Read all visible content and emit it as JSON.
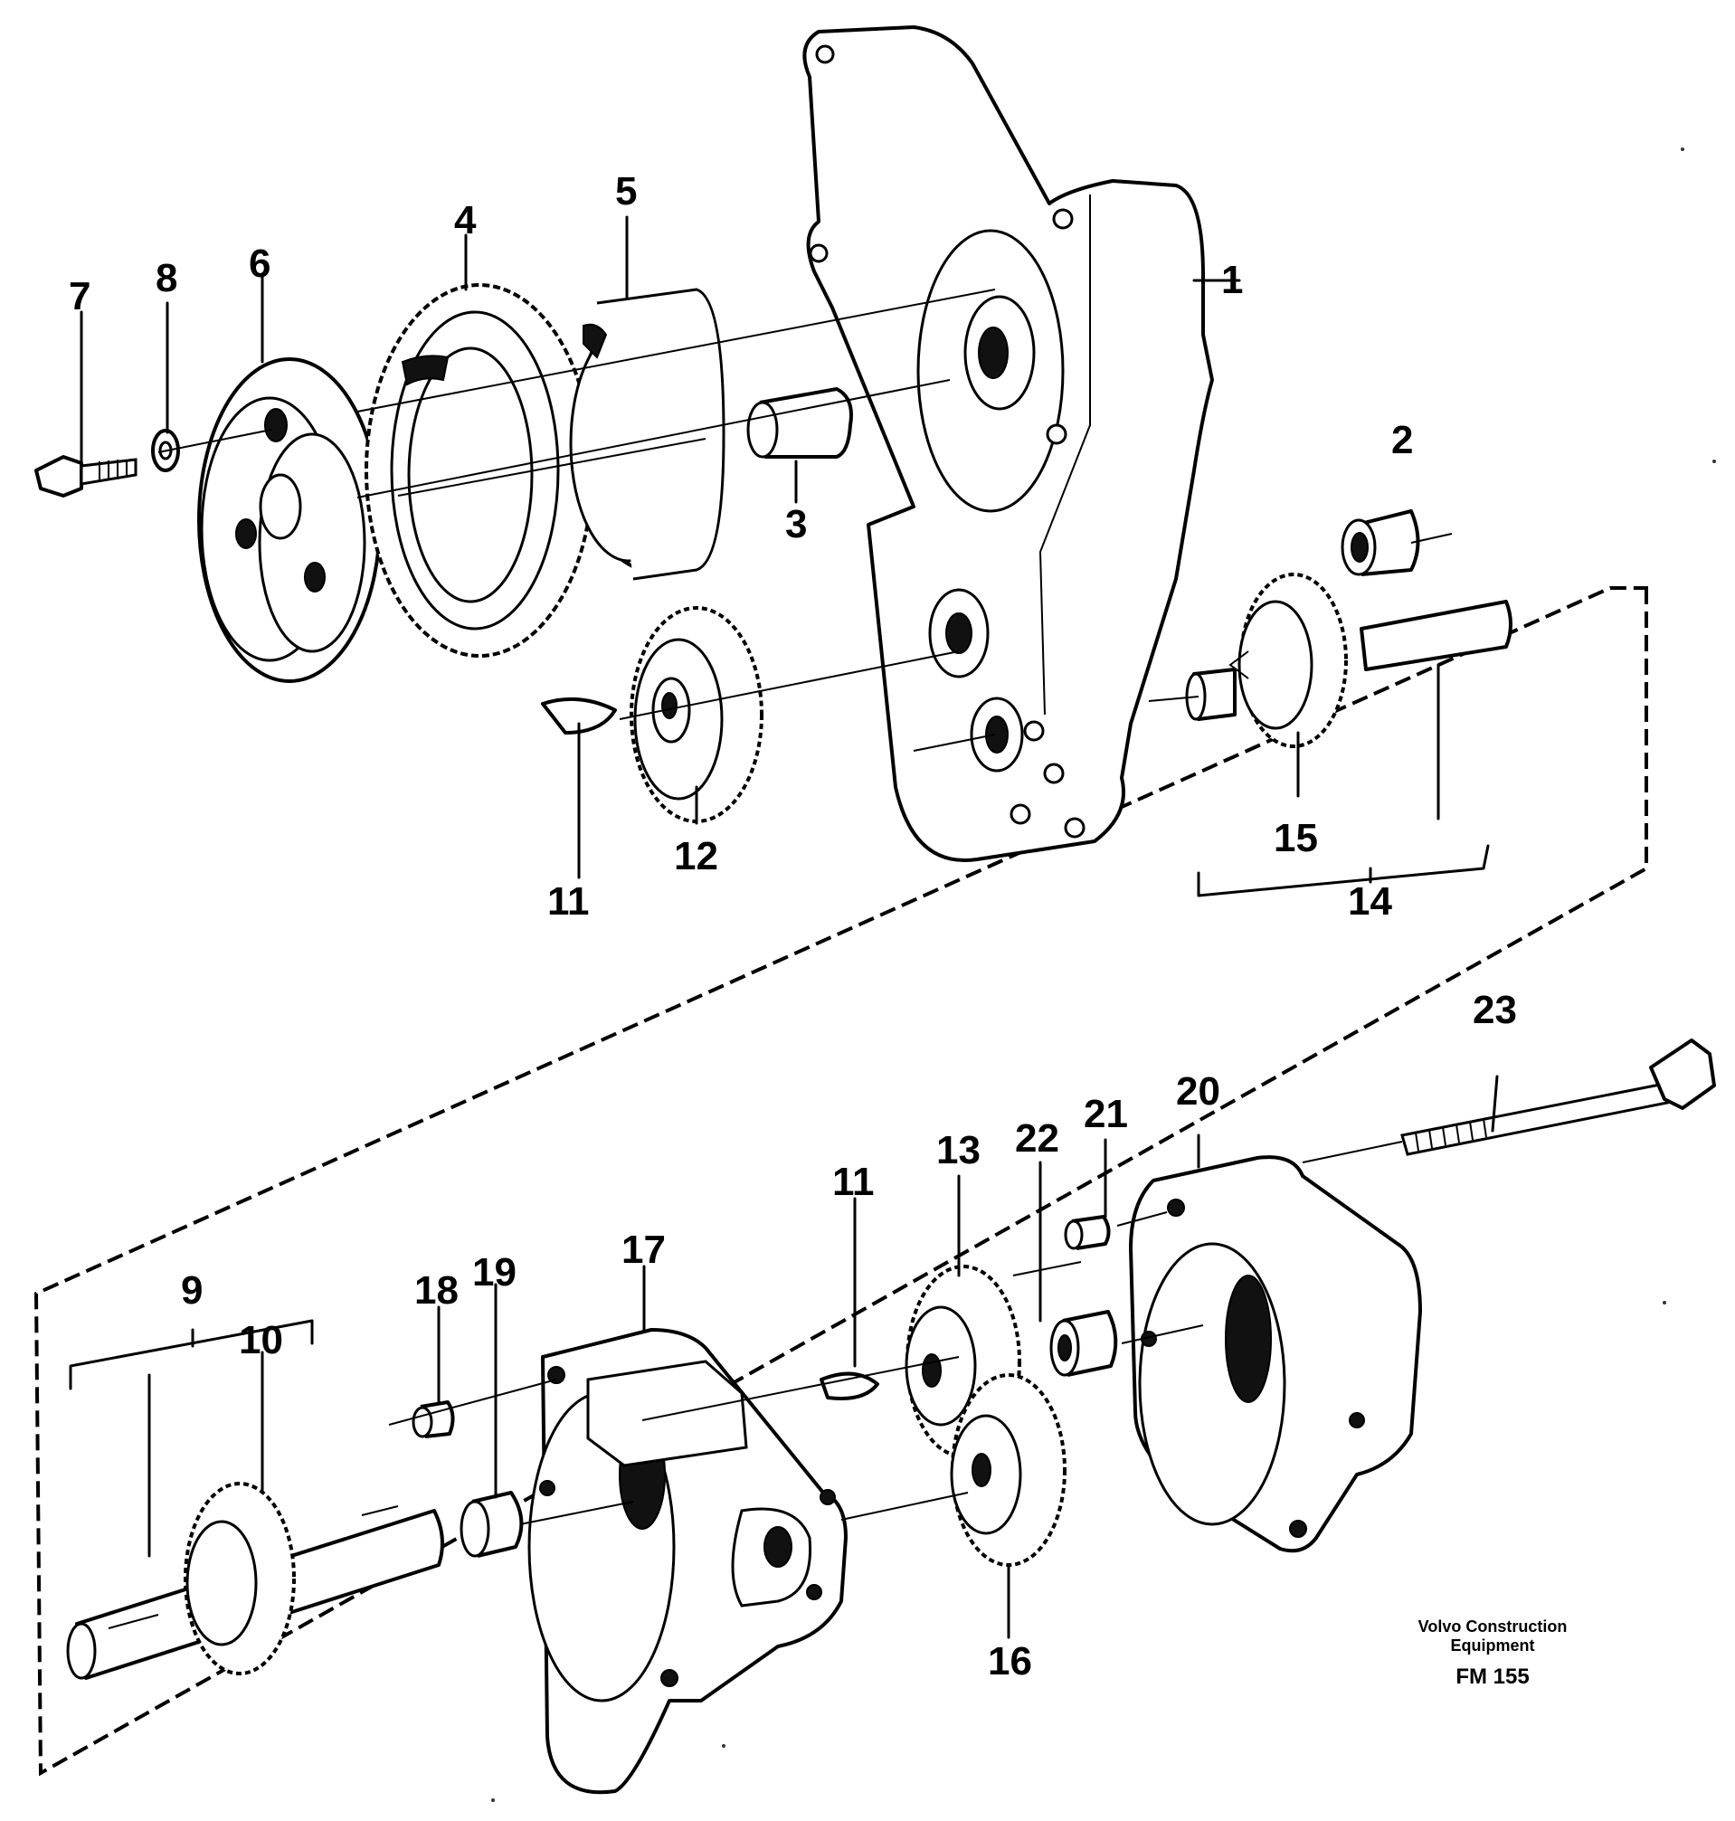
{
  "callouts": {
    "c1": "1",
    "c2": "2",
    "c3": "3",
    "c4": "4",
    "c5": "5",
    "c6": "6",
    "c7": "7",
    "c8": "8",
    "c9": "9",
    "c10": "10",
    "c11a": "11",
    "c11b": "11",
    "c12": "12",
    "c13": "13",
    "c14": "14",
    "c15": "15",
    "c16": "16",
    "c17": "17",
    "c18": "18",
    "c19": "19",
    "c20": "20",
    "c21": "21",
    "c22": "22",
    "c23": "23"
  },
  "footer": {
    "company": "Volvo Construction\nEquipment",
    "code": "FM 155"
  },
  "icons": [
    "bolt-icon",
    "washer-icon",
    "pulley-icon",
    "gear-icon",
    "bearing-ring-icon",
    "bushing-icon",
    "housing-icon",
    "shaft-icon",
    "key-icon"
  ]
}
